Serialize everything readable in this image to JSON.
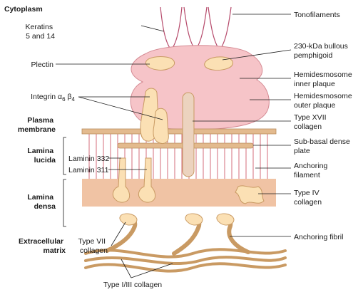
{
  "colors": {
    "plaque": "#f6c4c8",
    "plaque_stroke": "#d48a93",
    "protein": "#fbe0b4",
    "protein_stroke": "#c99a63",
    "collagen17": "#ecd3bf",
    "membrane": "#e3ba8e",
    "lamina_densa": "#f0c3a4",
    "fibril": "#f4d9b0",
    "anchoring_filament": "#c9485a",
    "tonofilament": "#b64a6b"
  },
  "regions": {
    "cytoplasm": "Cytoplasm",
    "plasma_membrane": [
      "Plasma",
      "membrane"
    ],
    "lamina_lucida": [
      "Lamina",
      "lucida"
    ],
    "lamina_densa": [
      "Lamina",
      "densa"
    ],
    "extracellular_matrix": [
      "Extracellular",
      "matrix"
    ]
  },
  "left_labels": {
    "keratins": [
      "Keratins",
      "5 and 14"
    ],
    "plectin": "Plectin",
    "integrin_line1": "Integrin α",
    "integrin_sub1": "6",
    "integrin_beta": " β",
    "integrin_sub2": "4",
    "laminin332": "Laminin 332",
    "laminin311": "Laminin 311",
    "type7": [
      "Type VII",
      "collagen"
    ],
    "type13": "Type I/III collagen"
  },
  "right_labels": {
    "tonofilaments": "Tonofilaments",
    "bp230": [
      "230-kDa bullous",
      "pemphigoid"
    ],
    "inner_plaque": [
      "Hemidesmosome",
      "inner plaque"
    ],
    "outer_plaque": [
      "Hemidesmosome",
      "outer plaque"
    ],
    "type17": [
      "Type XVII",
      "collagen"
    ],
    "subbasal": [
      "Sub-basal dense",
      "plate"
    ],
    "anchoring_filament": [
      "Anchoring",
      "filament"
    ],
    "type4": [
      "Type IV",
      "collagen"
    ],
    "anchoring_fibril": "Anchoring fibril"
  }
}
